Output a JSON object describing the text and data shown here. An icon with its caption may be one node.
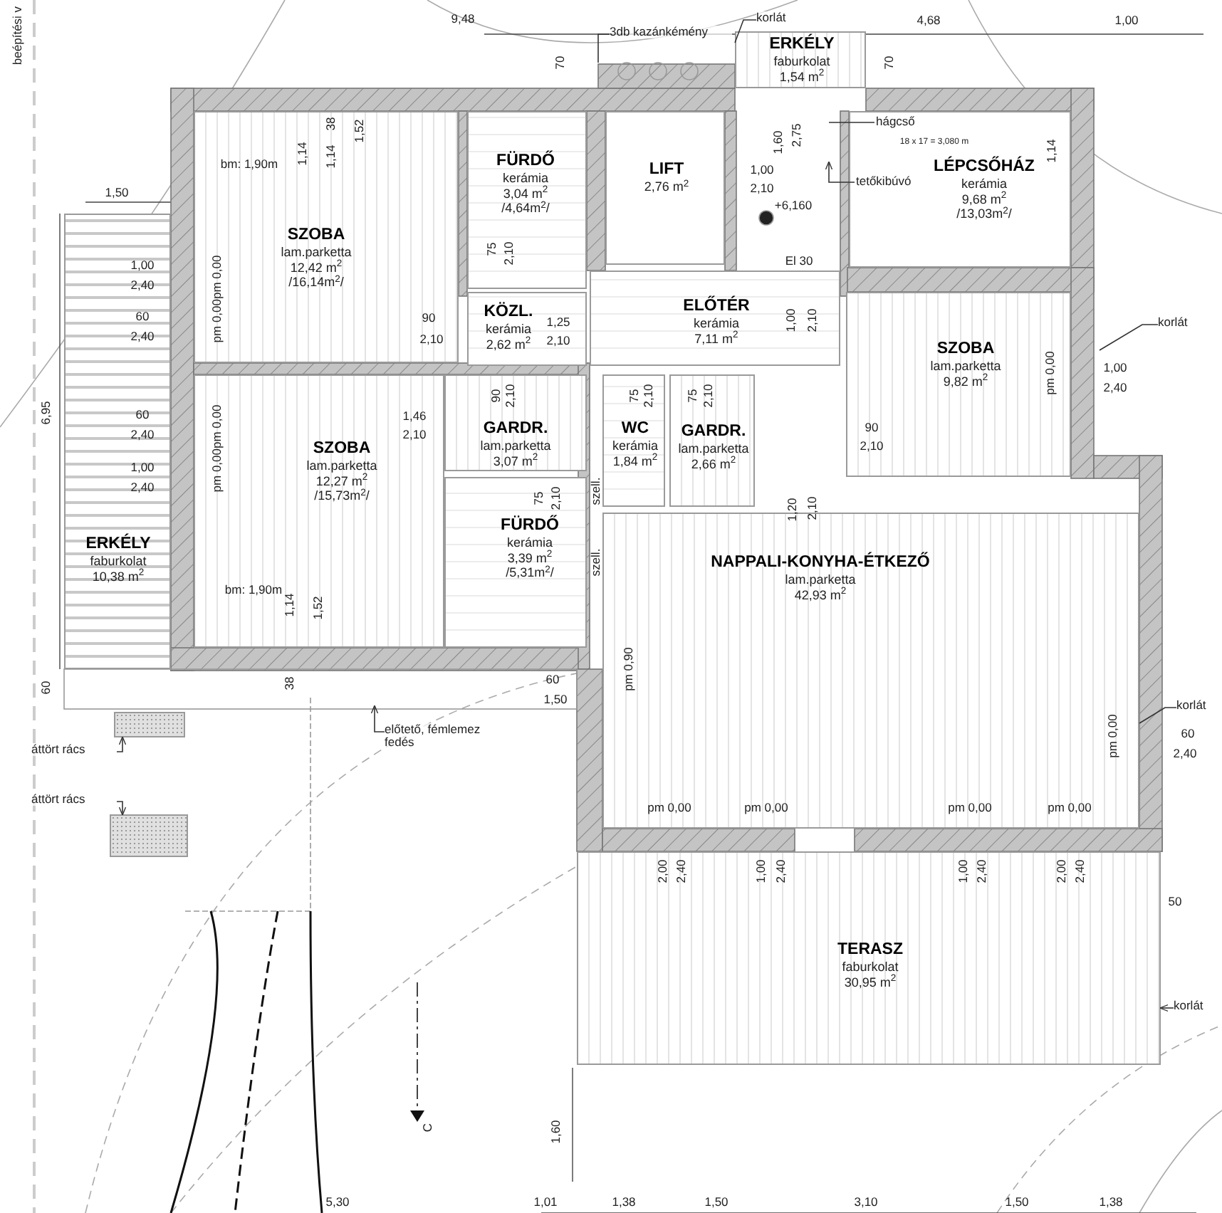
{
  "diagram": {
    "nodes": [
      {
        "text": [
          "SZOBA",
          "lam.parketta",
          "12,42 m$^{2}$",
          "/16,14m$^{2}$/"
        ]
      },
      {
        "text": [
          "FÜRDŐ",
          "kerámia",
          "3,04 m$^{2}$",
          "/4,64m$^{2}$/"
        ]
      },
      {
        "text": [
          "LIFT",
          "2,76 m$^{2}$"
        ]
      },
      {
        "text": [
          "ERKÉLY",
          "faburkolat",
          "1,54 m$^{2}$"
        ]
      },
      {
        "text": [
          "LÉPCSŐHÁZ",
          "kerámia",
          "9,68 m$^{2}$",
          "/13,03m$^{2}$/"
        ]
      },
      {
        "text": [
          "KÖZL.",
          "kerámia",
          "2,62 m$^{2}$"
        ]
      },
      {
        "text": [
          "ELŐTÉR",
          "kerámia",
          "7,11 m$^{2}$"
        ]
      },
      {
        "text": [
          "SZOBA",
          "lam.parketta",
          "9,82 m$^{2}$"
        ]
      },
      {
        "text": [
          "ERKÉLY",
          "faburkolat",
          "10,38 m$^{2}$"
        ]
      },
      {
        "text": [
          "SZOBA",
          "lam.parketta",
          "12,27 m$^{2}$",
          "/15,73m$^{2}$/"
        ]
      },
      {
        "text": [
          "GARDR.",
          "lam.parketta",
          "3,07 m$^{2}$"
        ]
      },
      {
        "text": [
          "FÜRDŐ",
          "kerámia",
          "3,39 m$^{2}$",
          "/5,31m$^{2}$/"
        ]
      },
      {
        "text": [
          "WC",
          "kerámia",
          "1,84 m$^{2}$"
        ]
      },
      {
        "text": [
          "GARDR.",
          "lam.parketta",
          "2,66 m$^{2}$"
        ]
      },
      {
        "text": [
          "NAPPALI-KONYHA-ÉTKEZŐ",
          "lam.parketta",
          "42,93 m$^{2}$"
        ]
      },
      {
        "text": [
          "TERASZ",
          "faburkolat",
          "30,95 m$^{2}$"
        ]
      },
      {
        "text": [
          "3db kazánkémény"
        ]
      },
      {
        "text": [
          "korlát"
        ]
      },
      {
        "text": [
          "hágcső"
        ],
        "in": 4
      },
      {
        "text": [
          "tetőkibúvó"
        ],
        "in": 4
      },
      {
        "text": [
          "korlát"
        ]
      },
      {
        "text": [
          "áttört rács"
        ]
      },
      {
        "text": [
          "áttört rács"
        ]
      },
      {
        "text": [
          "előtető, fémlemez fedés"
        ]
      },
      {
        "text": [
          "korlát"
        ]
      },
      {
        "text": [
          "korlát"
        ]
      },
      {
        "text": [],
        "shape": "box"
      },
      {
        "text": [],
        "shape": "box"
      }
    ],
    "edges": [
      {
        "from": 16,
        "to": null,
        "arrow": "none"
      },
      {
        "from": 17,
        "to": 3,
        "arrow": "none"
      },
      {
        "from": 18,
        "to": null,
        "arrow": "none"
      },
      {
        "from": 19,
        "to": null,
        "arrow": "to"
      },
      {
        "from": 20,
        "to": null,
        "arrow": "none"
      },
      {
        "from": 21,
        "to": 26,
        "arrow": "to"
      },
      {
        "from": 22,
        "to": 27,
        "arrow": "to"
      },
      {
        "from": 23,
        "to": null,
        "arrow": "to"
      },
      {
        "from": 24,
        "to": 14,
        "arrow": "none"
      },
      {
        "from": 25,
        "to": 15,
        "arrow": "to"
      }
    ],
    "labels": [
      "beépítési v",
      "9,48",
      "4,68",
      "1,00",
      "70",
      "70",
      "bm: 1,90m",
      "1,14",
      "38",
      "1,14",
      "1,52",
      "1,50",
      "1,60",
      "2,75",
      "18 x 17 = 3,080 m",
      "1,00",
      "2,10",
      "1,14",
      "+6,160",
      "1,00",
      "2,40",
      "60",
      "2,40",
      "pm 0,00pm 0,00",
      "75",
      "2,10",
      "El 30",
      "90",
      "2,10",
      "1,25",
      "2,10",
      "1,00",
      "2,10",
      "pm 0,00",
      "1,00",
      "2,40",
      "6,95",
      "60",
      "2,40",
      "1,00",
      "2,40",
      "pm 0,00pm 0,00",
      "1,46",
      "2,10",
      "90",
      "2,10",
      "75",
      "2,10",
      "75",
      "2,10",
      "90",
      "2,10",
      "75",
      "2,10",
      "szell.",
      "1,20",
      "2,10",
      "szell.",
      "bm: 1,90m",
      "1,14",
      "1,52",
      "pm 0,90",
      "60",
      "38",
      "60",
      "1,50",
      "pm 0,00",
      "60",
      "2,40",
      "pm 0,00",
      "pm 0,00",
      "pm 0,00",
      "pm 0,00",
      "2,00",
      "2,40",
      "1,00",
      "2,40",
      "1,00",
      "2,40",
      "2,00",
      "2,40",
      "50",
      "C",
      "1,60",
      "5,30",
      "1,01",
      "1,38",
      "1,50",
      "3,10",
      "1,50",
      "1,38"
    ]
  }
}
